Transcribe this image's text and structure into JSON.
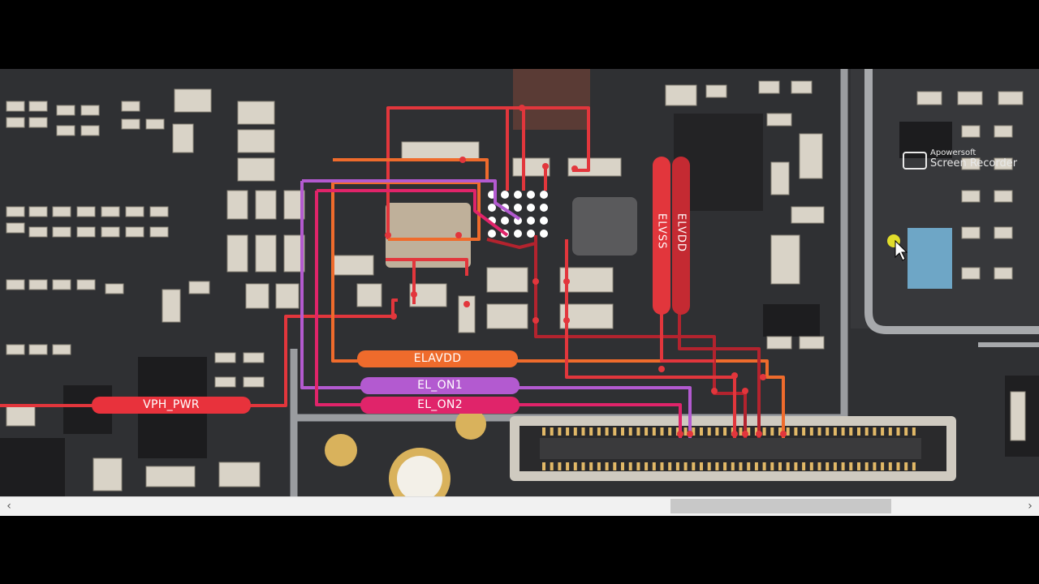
{
  "watermark": {
    "brand": "Apowersoft",
    "title": "Screen Recorder",
    "icon": "camera-icon"
  },
  "net_labels": {
    "vph_pwr": "VPH_PWR",
    "elavdd": "ELAVDD",
    "el_on1": "EL_ON1",
    "el_on2": "EL_ON2",
    "elvss": "ELVSS",
    "elvdd": "ELVDD"
  },
  "net_colors": {
    "vph_pwr": "#e8323c",
    "elavdd": "#ef6b2c",
    "el_on1": "#b35ad0",
    "el_on2": "#e0246a",
    "elvss": "#e2363c",
    "elvdd": "#c42a32",
    "trace_red": "#e2363c",
    "trace_darkred": "#b3232e"
  },
  "scrollbar": {
    "left_arrow": "‹",
    "right_arrow": "›"
  }
}
